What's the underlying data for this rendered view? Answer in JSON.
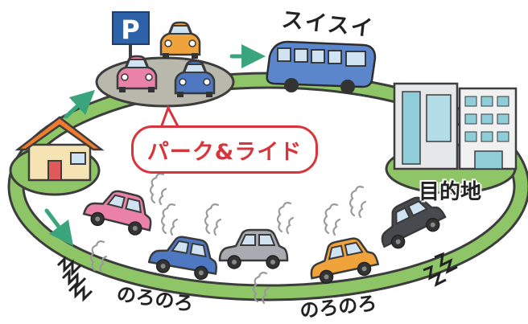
{
  "labels": {
    "smooth": "スイスイ",
    "destination": "目的地",
    "slow_left": "のろのろ",
    "slow_right": "のろのろ",
    "park_and_ride": "パーク&ライド"
  },
  "parking_sign": "P",
  "colors": {
    "road": "#8ec667",
    "road_outline": "#3d3d3d",
    "callout": "#d8343c",
    "arrow": "#3aa57c",
    "lot": "#b9b8ad",
    "sign": "#2e62a8"
  },
  "icons": [
    "house-icon",
    "parking-lot-icon",
    "parking-sign-icon",
    "bus-icon",
    "building-icon",
    "car-icon",
    "exhaust-smoke-icon",
    "zigzag-vibration-icon",
    "arrow-icon"
  ]
}
